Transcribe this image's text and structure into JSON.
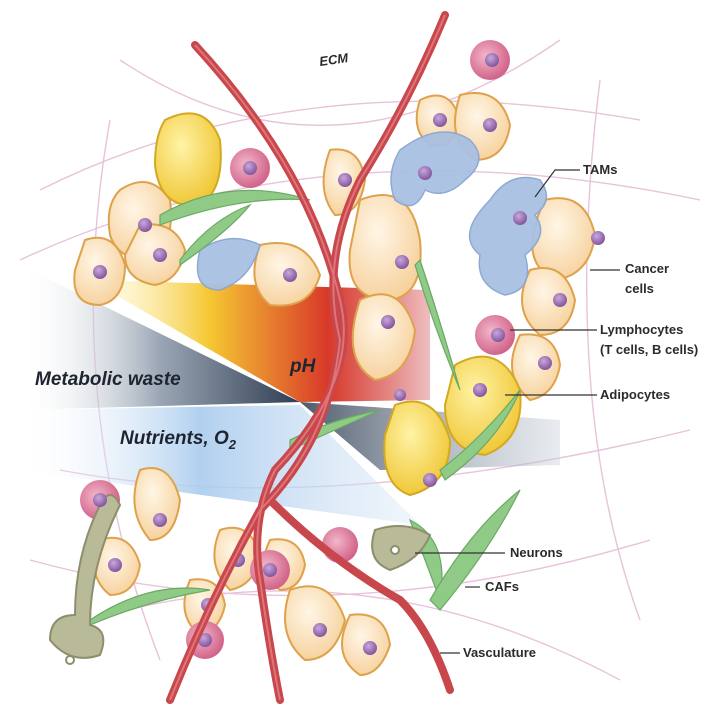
{
  "diagram": {
    "title": "Tumor microenvironment",
    "ecm_label": "ECM",
    "gradient_labels": {
      "ph": "pH",
      "metabolic_waste": "Metabolic waste",
      "nutrients": "Nutrients, O",
      "nutrients_subscript": "2"
    },
    "callouts": [
      {
        "id": "tams",
        "lines": [
          "TAMs"
        ]
      },
      {
        "id": "cancer",
        "lines": [
          "Cancer",
          "cells"
        ]
      },
      {
        "id": "lymph",
        "lines": [
          "Lymphocytes",
          "(T cells, B cells)"
        ]
      },
      {
        "id": "adipo",
        "lines": [
          "Adipocytes"
        ]
      },
      {
        "id": "neurons",
        "lines": [
          "Neurons"
        ]
      },
      {
        "id": "cafs",
        "lines": [
          "CAFs"
        ]
      },
      {
        "id": "vasc",
        "lines": [
          "Vasculature"
        ]
      }
    ],
    "colors": {
      "cancer_fill": "#f8d9a8",
      "cancer_stroke": "#e0a650",
      "nucleus": "#9a6fb0",
      "tam_fill": "#a9c0e2",
      "lymph_fill": "#d9799b",
      "adipo_fill": "#f5d54a",
      "caf_fill": "#8fca86",
      "vessel": "#c8474c",
      "neuron_fill": "#b7b895",
      "ecm_line": "#e3b6d3"
    }
  }
}
